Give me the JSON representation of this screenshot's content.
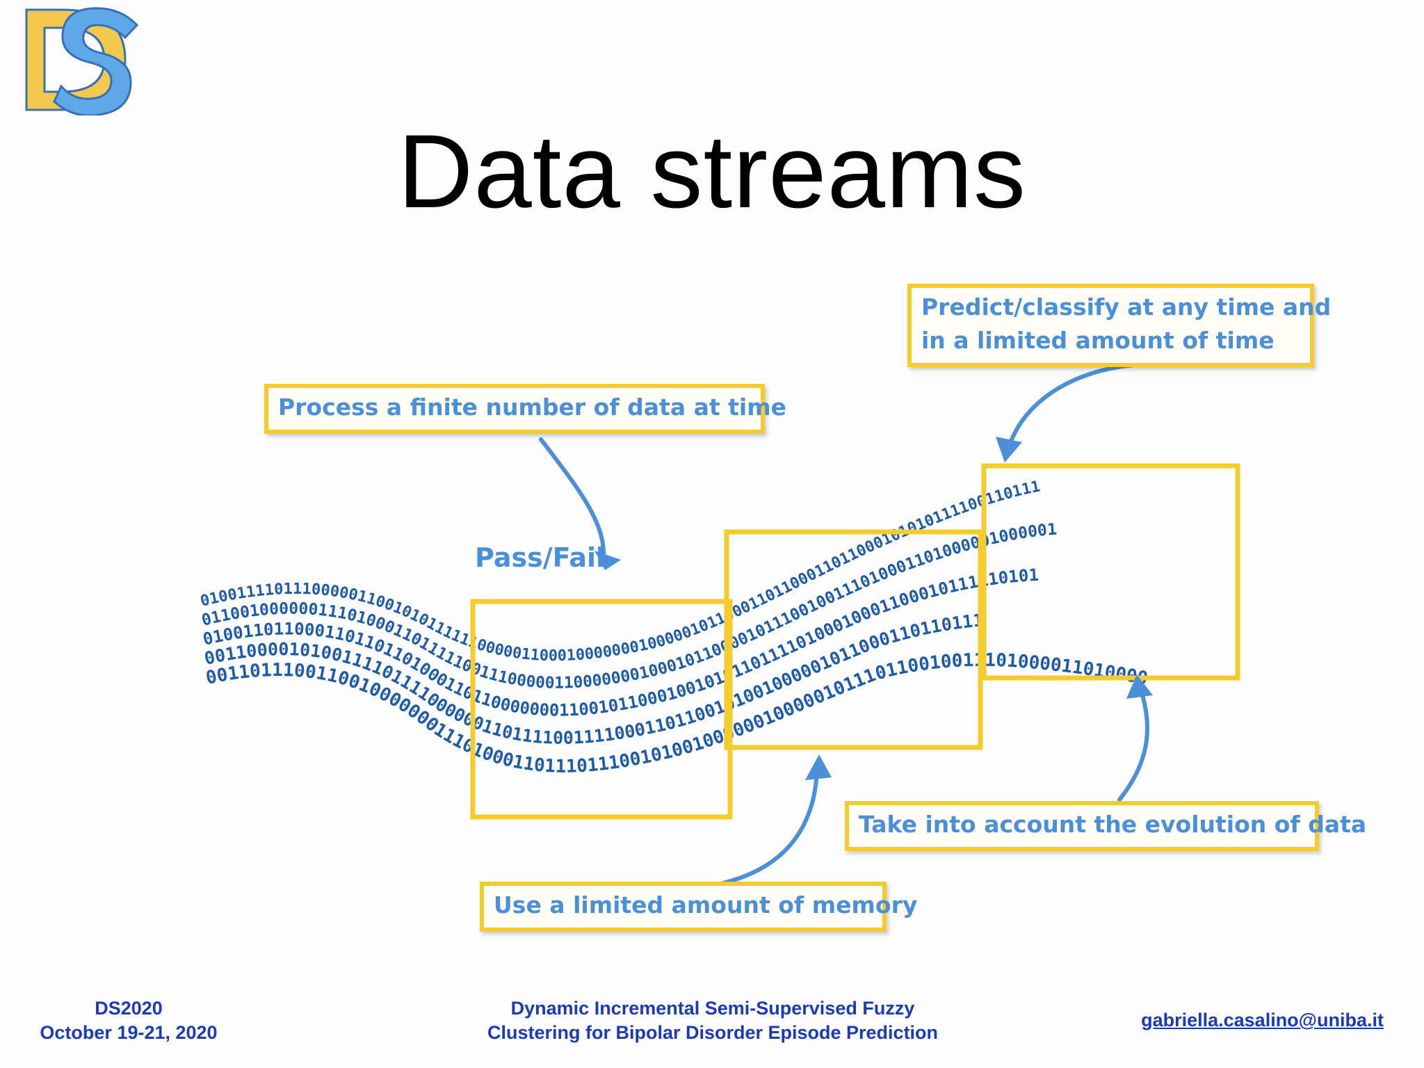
{
  "title": "Data streams",
  "callouts": {
    "predict_line1": "Predict/classify at any time and",
    "predict_line2": "in a limited amount of time",
    "process": "Process a finite number of data at time",
    "evolution": "Take into account the evolution of data",
    "memory": "Use a limited amount of memory"
  },
  "pass_fail": "Pass/Fail",
  "stream_rows": [
    "010011110111000001100101011111100000110001000000010000010110001101100011011000101010111100110111",
    "011001000000111010001101111100111000001100000001000101100001011100100111010001101000001000001",
    "010011011000110110110100011011000000011001011000100101011011110100010001100010111110101",
    "001100001010011110111100000011011110011110001101100101001000001011000110110111",
    "001101110011001000000011101000110111011100101001000000100000101110110010011101000011010000"
  ],
  "footer": {
    "conf_name": "DS2020",
    "conf_dates": "October 19-21, 2020",
    "paper_line1": "Dynamic Incremental Semi-Supervised Fuzzy",
    "paper_line2": "Clustering for Bipolar Disorder Episode Prediction",
    "email": "gabriella.casalino@uniba.it"
  },
  "colors": {
    "accent_blue": "#4a8fd8",
    "box_yellow": "#f4cc2c",
    "stream_blue": "#1d5aa8",
    "footer_blue": "#1b3ab8"
  }
}
